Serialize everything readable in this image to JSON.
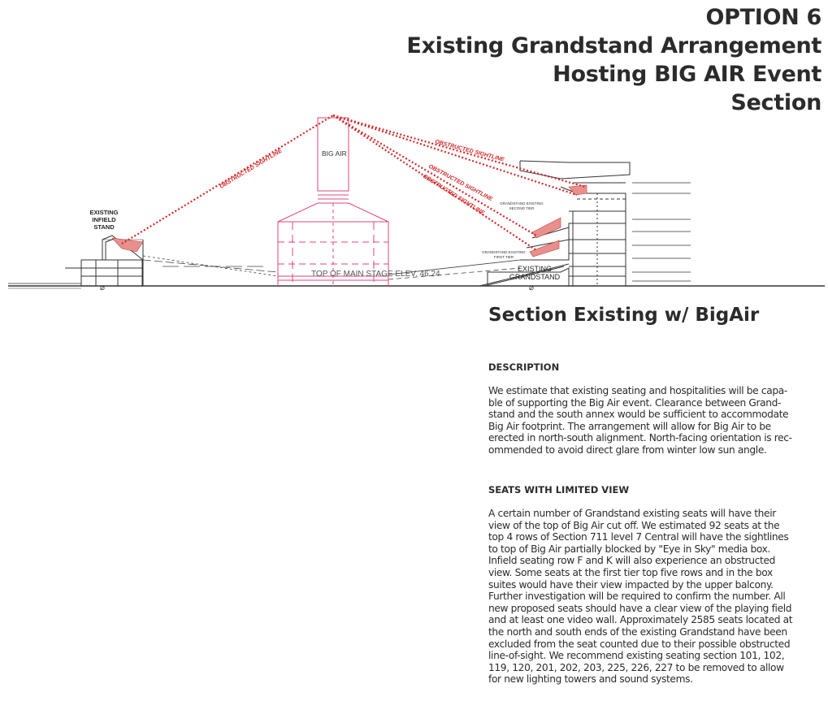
{
  "title": {
    "lines": [
      "OPTION 6",
      "Existing Grandstand Arrangement",
      "Hosting BIG AIR Event",
      "Section"
    ]
  },
  "diagram": {
    "big_air_label": "BIG AIR",
    "infield_stand_label": [
      "EXISTING",
      "INFIELD",
      "STAND"
    ],
    "grandstand_label": [
      "EXISTING",
      "GRANDSTAND"
    ],
    "top_stage_label": "TOP OF MAIN STAGE ELEV. 46.24",
    "sightline_label": "OBSTRUCTED SIGHTLINE",
    "second_tier_label": [
      "GRANDSTAND EXISTING",
      "SECOND TIER"
    ],
    "first_tier_label": [
      "GRANDSTAND EXISTING",
      "FIRST TIER"
    ],
    "colors": {
      "sightline": "#d42828",
      "stage": "#e0457a",
      "structure": "#333333",
      "seating": "#e8908c"
    }
  },
  "section": {
    "heading": "Section Existing w/ BigAir",
    "description_heading": "DESCRIPTION",
    "description_lines": [
      "We estimate that existing seating and hospitalities will be capa-",
      "ble of supporting the Big Air event. Clearance between Grand-",
      "stand and the south annex would be sufficient to accommodate",
      "Big Air footprint. The arrangement will allow for Big Air to be",
      "erected in north-south alignment. North-facing orientation is rec-",
      "ommended to avoid direct glare from winter low sun angle."
    ],
    "seats_heading": "SEATS WITH LIMITED VIEW",
    "seats_lines": [
      "A certain number of Grandstand existing seats will have their",
      "view of the top of Big Air cut off. We estimated 92 seats at the",
      "top 4 rows of Section 711 level 7 Central will have the sightlines",
      "to top of Big Air partially blocked by \"Eye in Sky\" media box.",
      "Infield seating row F and K will also experience an obstructed",
      "view. Some seats at the first tier top five rows and in the box",
      "suites would have their view impacted by the upper balcony.",
      "Further investigation will be required to confirm the number. All",
      "new proposed seats should have a clear view of the playing field",
      "and at least one video wall. Approximately 2585 seats located at",
      "the north and south ends of the existing Grandstand have been",
      "excluded from the seat counted due to their possible obstructed",
      "line-of-sight. We recommend existing seating section 101, 102,",
      "119, 120, 201, 202, 203, 225, 226, 227 to be removed to allow",
      "for new lighting towers and sound systems."
    ]
  }
}
